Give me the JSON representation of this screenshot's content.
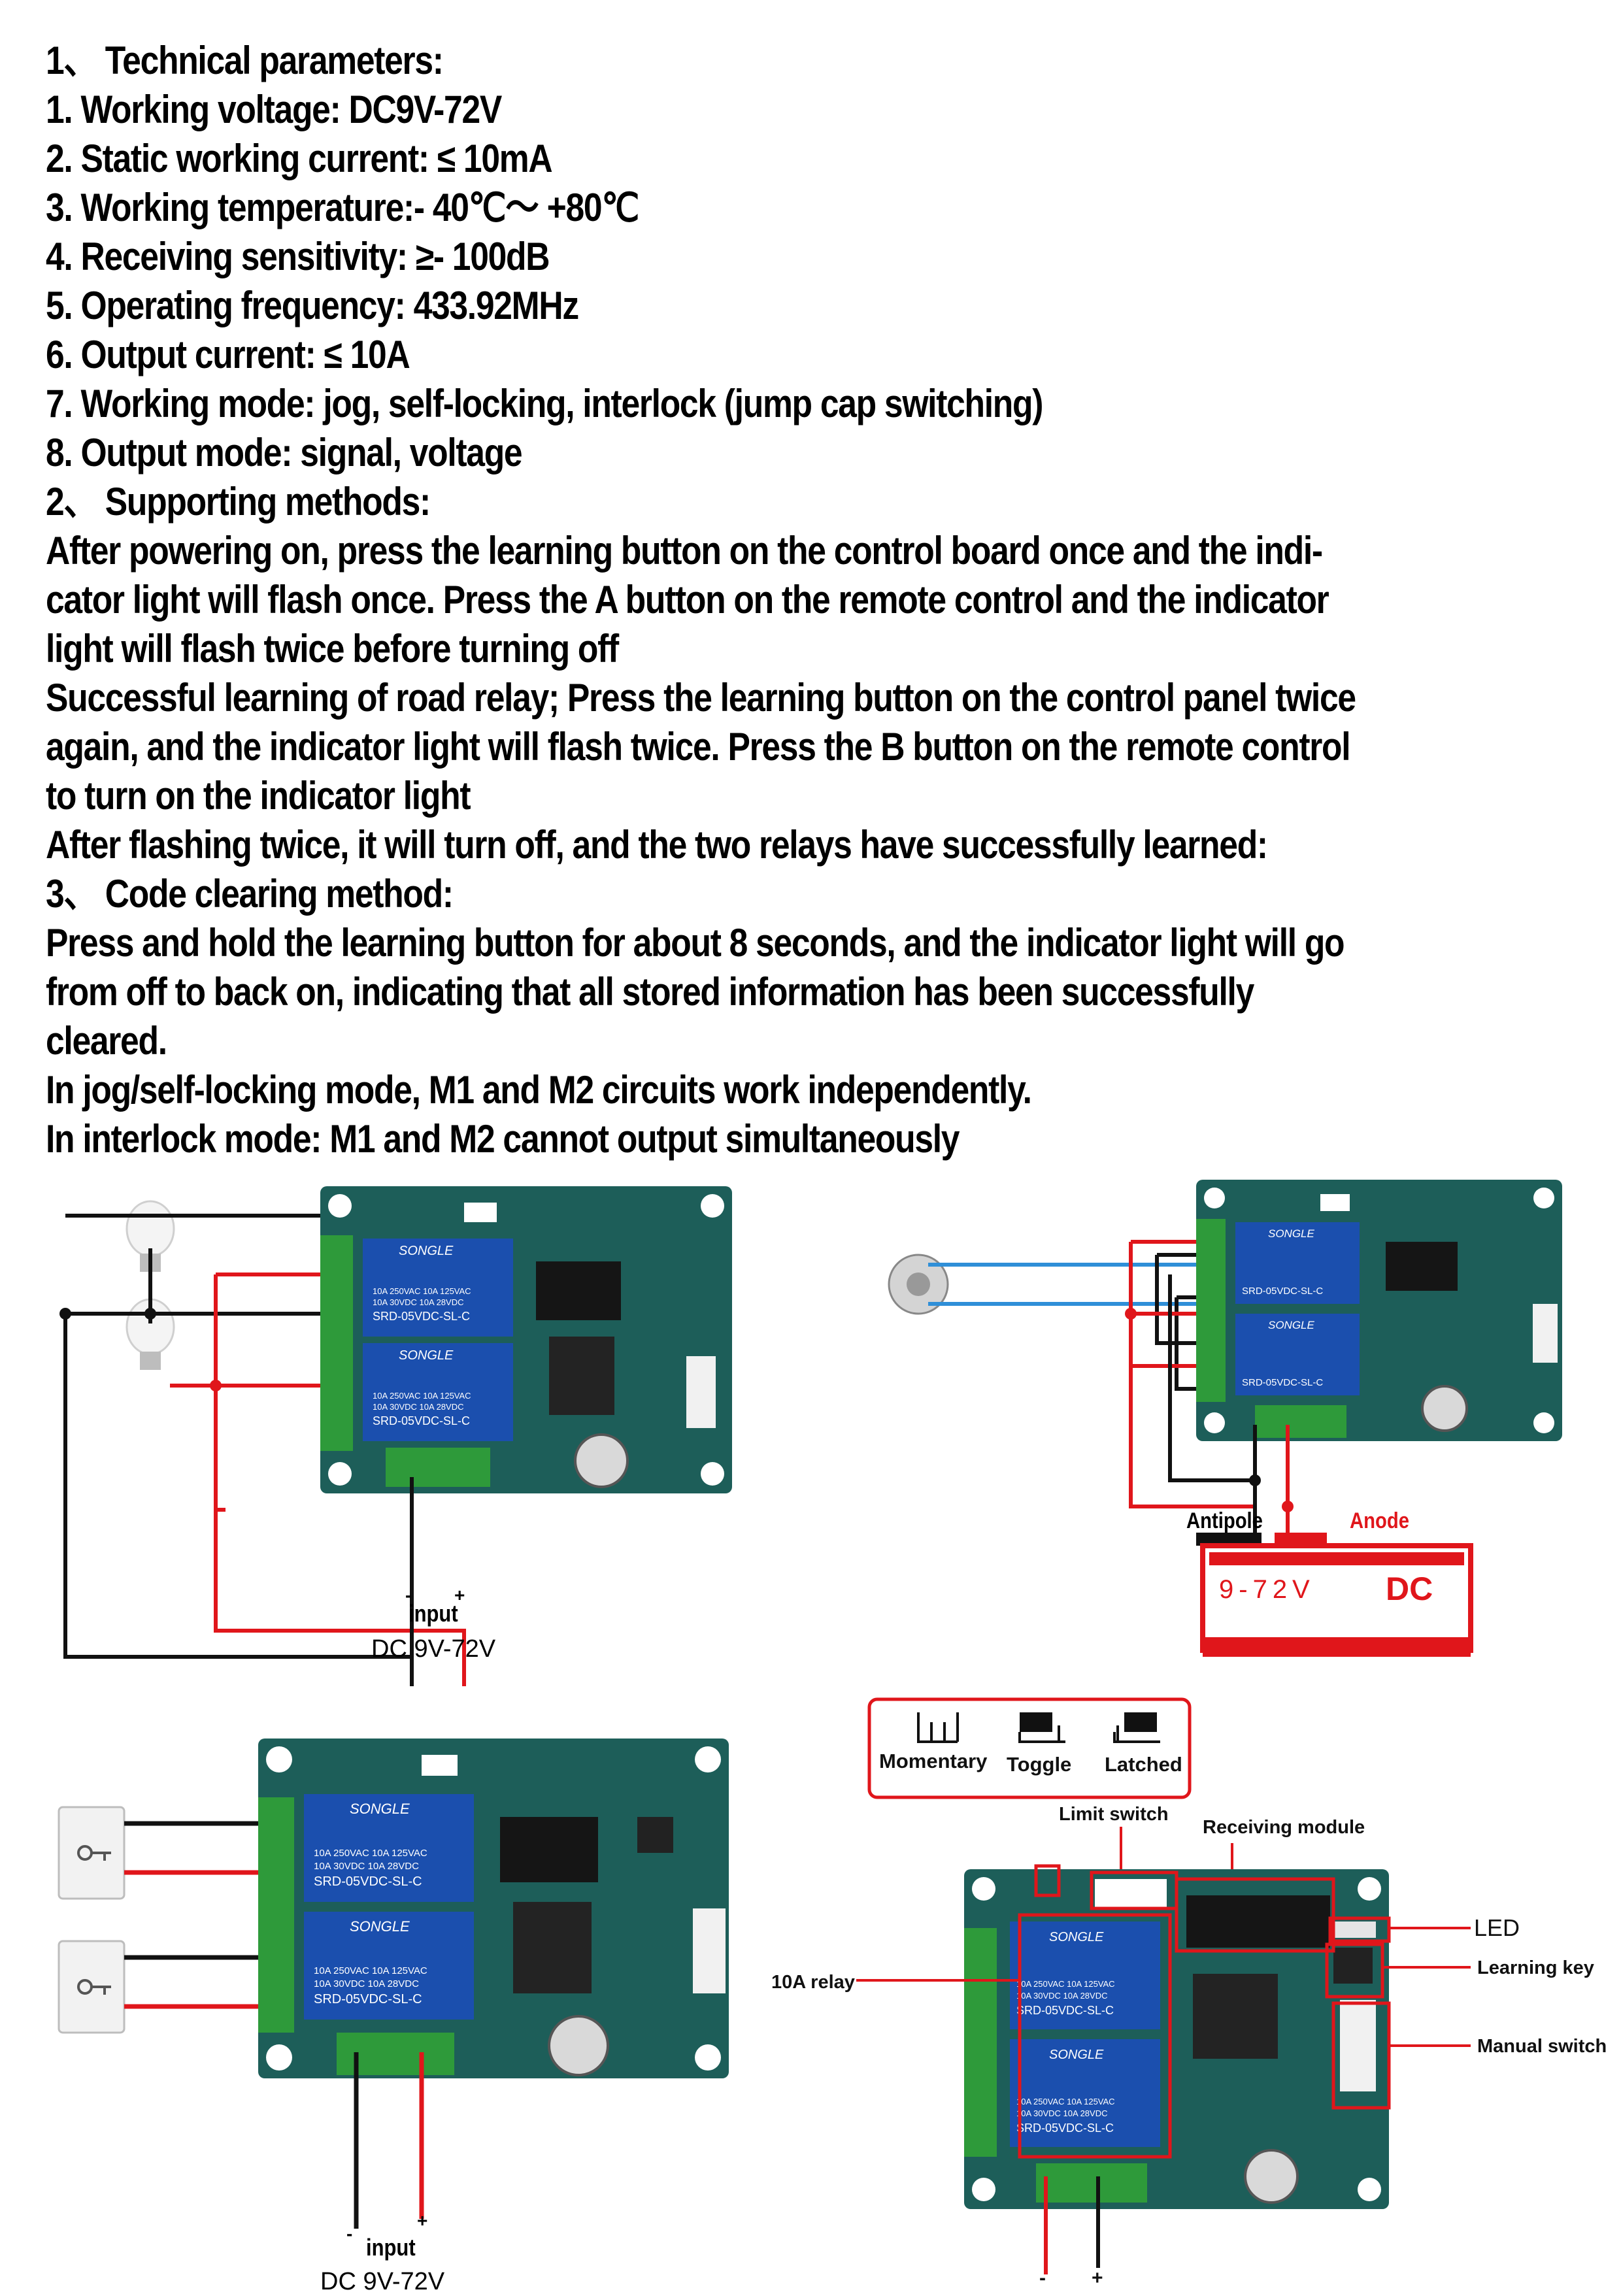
{
  "text_lines": [
    "1、 Technical parameters:",
    "1. Working voltage: DC9V-72V",
    "2. Static working current: ≤ 10mA",
    "3. Working temperature:- 40℃～ +80℃",
    "4. Receiving sensitivity: ≥- 100dB",
    "5. Operating frequency: 433.92MHz",
    "6. Output current: ≤ 10A",
    "7. Working mode: jog, self-locking, interlock (jump cap switching)",
    "8. Output mode: signal, voltage",
    "2、 Supporting methods:",
    "After powering on, press the learning button on the control board once and the indi-",
    "cator light will flash once. Press the A button on the remote control and the indicator",
    "light will flash twice before turning off",
    "Successful learning of road relay; Press the learning button on the control panel twice",
    "again, and the indicator light will flash twice. Press the B button on the remote control",
    "to turn on the indicator light",
    "After flashing twice, it will turn off, and the two relays have successfully learned:",
    "3、 Code clearing method:",
    "Press and hold the learning button for about 8 seconds, and the indicator light will go",
    "from off to back on, indicating that all stored information has been successfully",
    "cleared.",
    "In jog/self-locking mode, M1 and M2 circuits work independently.",
    "In interlock mode: M1 and M2 cannot output simultaneously"
  ],
  "relay": {
    "brand": "SONGLE",
    "rating_1": "10A 250VAC  10A 125VAC",
    "rating_2": "10A 30VDC  10A 28VDC",
    "model": "SRD-05VDC-SL-C"
  },
  "diagram1": {
    "minus": "-",
    "plus": "+",
    "input": "input",
    "dc": "DC 9V-72V"
  },
  "diagram2": {
    "antipole": "Antipole",
    "anode": "Anode",
    "voltage": "9-72V",
    "dc": "DC"
  },
  "diagram3": {
    "minus": "-",
    "plus": "+",
    "input": "input",
    "dc": "DC 9V-72V"
  },
  "diagram4": {
    "modes": [
      "Momentary",
      "Toggle",
      "Latched"
    ],
    "limit_switch": "Limit switch",
    "receiving_module": "Receiving module",
    "led": "LED",
    "learning_key": "Learning key",
    "manual_switch": "Manual switch",
    "relay_label": "10A relay",
    "minus": "-",
    "plus": "+"
  },
  "colors": {
    "board": "#1d5e59",
    "relay": "#1b4fae",
    "terminal": "#2e9a3a",
    "wire_red": "#e0161b",
    "wire_blue": "#2f8fd8",
    "wire_black": "#111111"
  }
}
